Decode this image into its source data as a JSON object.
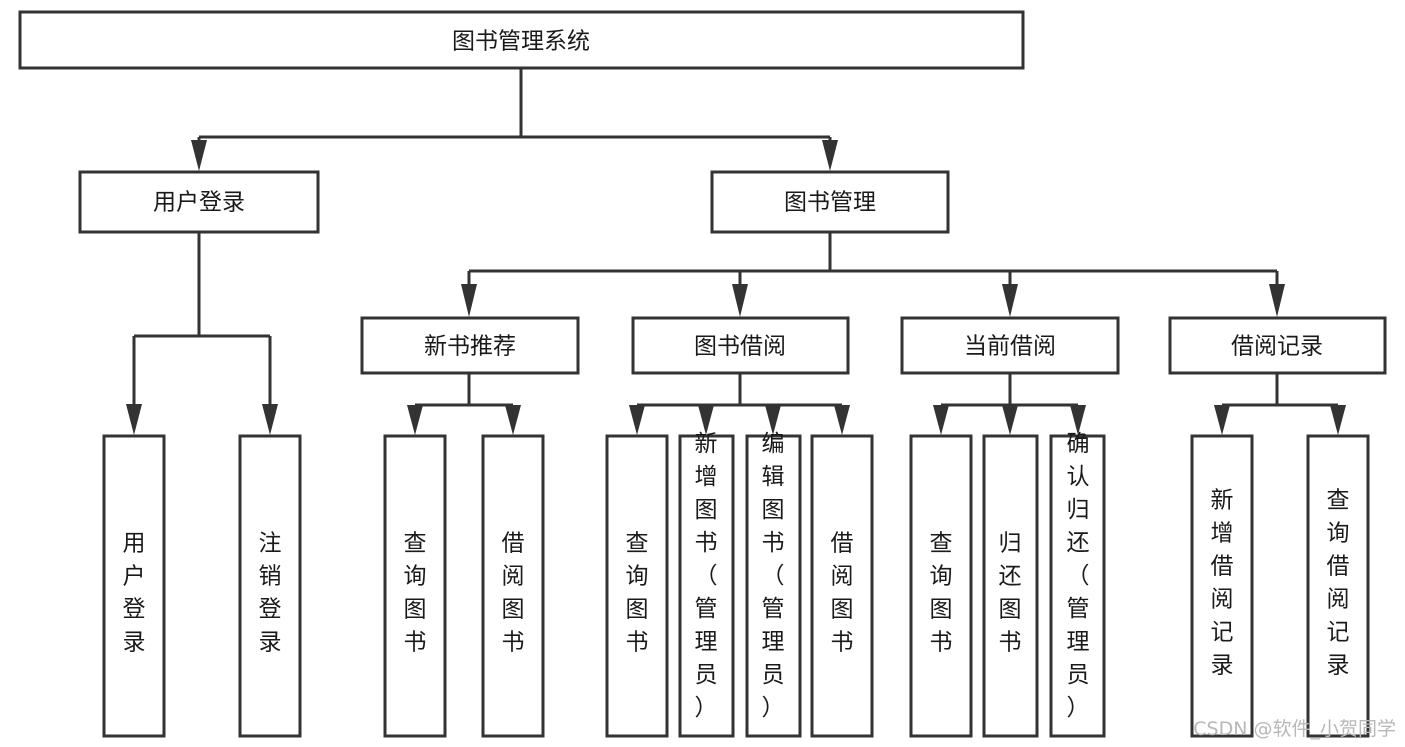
{
  "diagram": {
    "title": "图书管理系统",
    "type": "tree-hierarchy-chart",
    "root": {
      "label": "图书管理系统"
    },
    "level1": [
      {
        "label": "用户登录"
      },
      {
        "label": "图书管理"
      }
    ],
    "level2": [
      {
        "label": "新书推荐"
      },
      {
        "label": "图书借阅"
      },
      {
        "label": "当前借阅"
      },
      {
        "label": "借阅记录"
      }
    ],
    "leaves": [
      {
        "label": "用户登录",
        "parent": "用户登录"
      },
      {
        "label": "注销登录",
        "parent": "用户登录"
      },
      {
        "label": "查询图书",
        "parent": "新书推荐"
      },
      {
        "label": "借阅图书",
        "parent": "新书推荐"
      },
      {
        "label": "查询图书",
        "parent": "图书借阅"
      },
      {
        "label": "新增图书（管理员）",
        "parent": "图书借阅"
      },
      {
        "label": "编辑图书（管理员）",
        "parent": "图书借阅"
      },
      {
        "label": "借阅图书",
        "parent": "图书借阅"
      },
      {
        "label": "查询图书",
        "parent": "当前借阅"
      },
      {
        "label": "归还图书",
        "parent": "当前借阅"
      },
      {
        "label": "确认归还（管理员）",
        "parent": "当前借阅"
      },
      {
        "label": "新增借阅记录",
        "parent": "借阅记录"
      },
      {
        "label": "查询借阅记录",
        "parent": "借阅记录"
      }
    ]
  },
  "watermark": {
    "text": "CSDN @软件_小贺同学"
  },
  "colors": {
    "stroke": "#333333",
    "fill": "#ffffff",
    "text": "#1a1a1a",
    "watermark": "#b8b8b8"
  }
}
